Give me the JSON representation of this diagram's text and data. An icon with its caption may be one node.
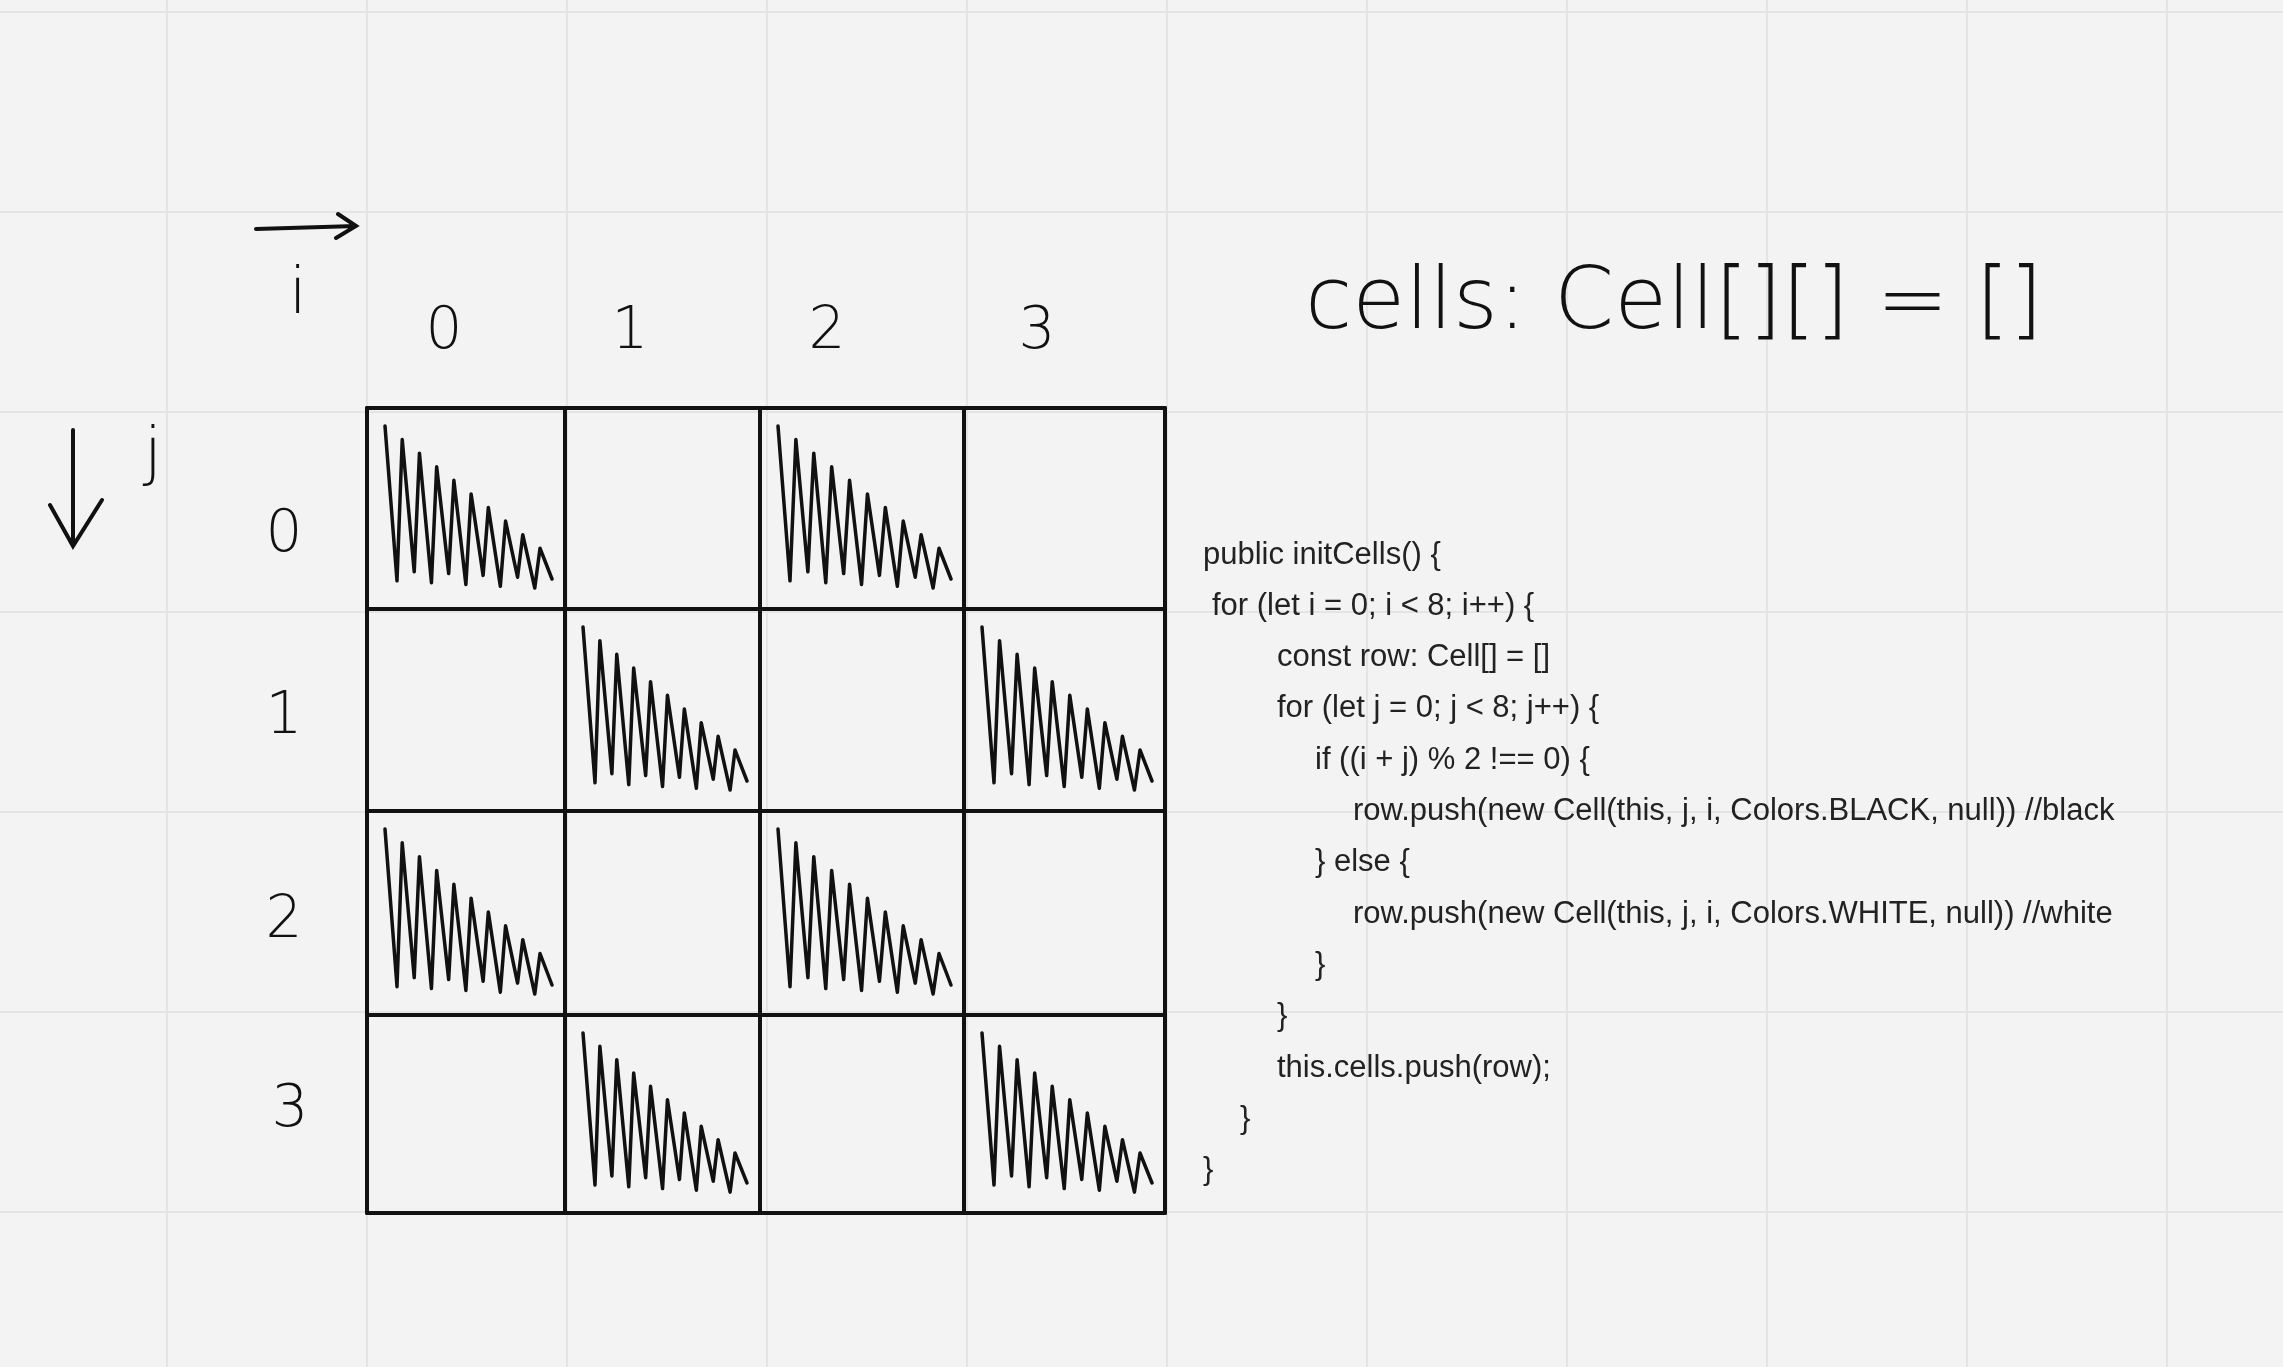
{
  "diagram": {
    "labels": [
      "i",
      "0",
      "1",
      "2",
      "3",
      "cells: Cell[][] = []",
      "j",
      "0",
      "1",
      "2",
      "3",
      "public initCells() {",
      "for (let i = 0; i < 8; i++) {",
      "const row: Cell[] = []",
      "for (let j = 0; j < 8; j++) {",
      "if ((i + j) % 2 !== 0) {",
      "row.push(new Cell(this, j, i, Colors.BLACK, null)) //black",
      "} else {",
      "row.push(new Cell(this, j, i, Colors.WHITE, null)) //white",
      "}",
      "}",
      "this.cells.push(row);",
      "}",
      "}"
    ]
  }
}
